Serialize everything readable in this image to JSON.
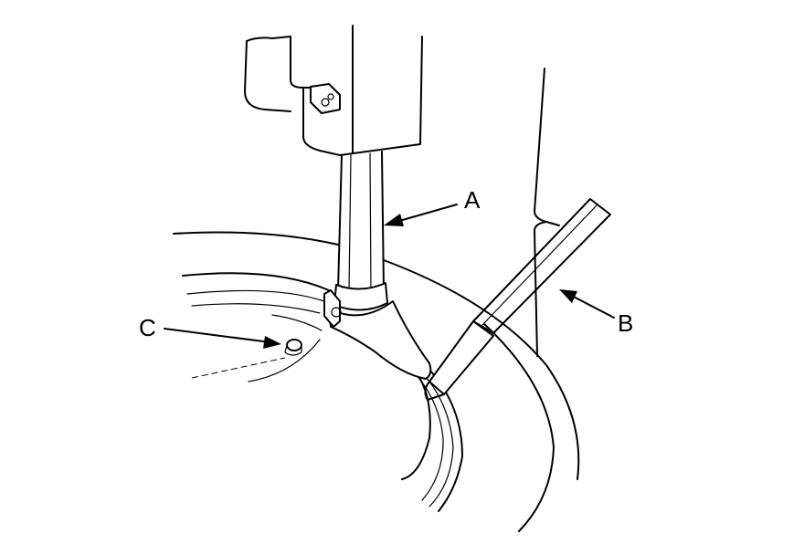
{
  "callouts": [
    {
      "id": "A",
      "text": "A"
    },
    {
      "id": "B",
      "text": "B"
    },
    {
      "id": "C",
      "text": "C"
    }
  ]
}
